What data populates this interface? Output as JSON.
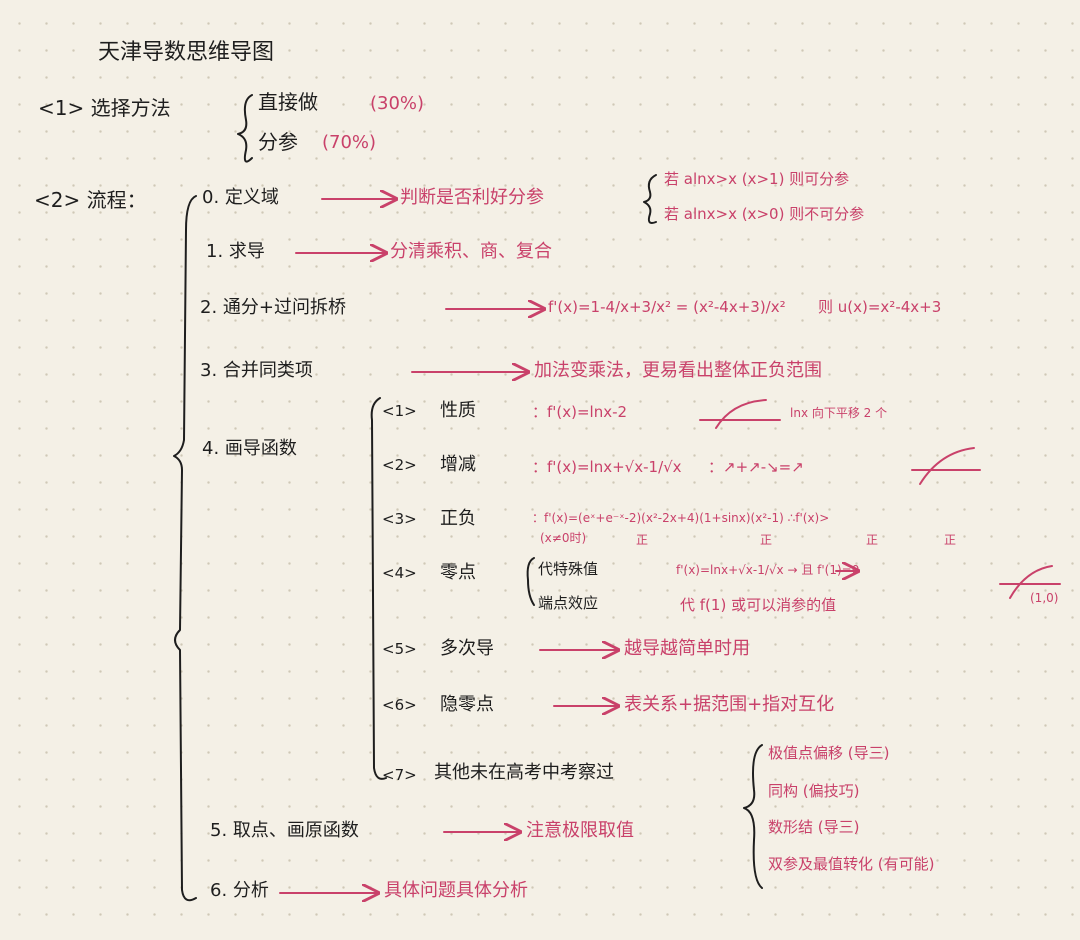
{
  "title": "天津导数思维导图",
  "section1": {
    "label": "<1> 选择方法",
    "options": [
      "直接做",
      "分参"
    ],
    "percents": [
      "(30%)",
      "(70%)"
    ]
  },
  "section2": {
    "label": "<2> 流程：",
    "steps": [
      {
        "label": "0. 定义域",
        "note": "判断是否利好分参"
      },
      {
        "label": "1. 求导",
        "note": "分清乘积、商、复合"
      },
      {
        "label": "2. 通分+过问拆桥",
        "note": "f'(x)=1-4/x+3/x² = (x²-4x+3)/x²",
        "extra": "则 u(x)=x²-4x+3"
      },
      {
        "label": "3. 合并同类项",
        "note": "加法变乘法，更易看出整体正负范围"
      },
      {
        "label": "4. 画导函数"
      },
      {
        "label": "5. 取点、画原函数",
        "note": "注意极限取值"
      },
      {
        "label": "6. 分析",
        "note": "具体问题具体分析"
      }
    ],
    "step0_cases": [
      "若 alnx>x (x>1) 则可分参",
      "若 alnx>x (x>0) 则不可分参"
    ]
  },
  "draw": {
    "items": [
      {
        "num": "<1>",
        "label": "性质",
        "note": "：f'(x)=lnx-2",
        "note2": "lnx 向下平移 2 个"
      },
      {
        "num": "<2>",
        "label": "增减",
        "note": "：f'(x)=lnx+√x-1/√x",
        "note2": "：↗+↗-↘=↗"
      },
      {
        "num": "<3>",
        "label": "正负",
        "note": "：f'(x)=(eˣ+e⁻ˣ-2)(x²-2x+4)(1+sinx)(x²-1) ∴f'(x)>",
        "sub": "(x≠0时)",
        "marks": [
          "正",
          "正",
          "正",
          "正"
        ]
      },
      {
        "num": "<4>",
        "label": "零点",
        "sub": [
          "代特殊值",
          "端点效应"
        ],
        "note": "f'(x)=lnx+√x-1/√x → 且 f'(1)=0",
        "note2": "代 f(1) 或可以消参的值",
        "pt": "(1,0)"
      },
      {
        "num": "<5>",
        "label": "多次导",
        "note": "越导越简单时用"
      },
      {
        "num": "<6>",
        "label": "隐零点",
        "note": "表关系+据范围+指对互化"
      },
      {
        "num": "<7>",
        "label": "其他未在高考中考察过",
        "list": [
          "极值点偏移 (导三)",
          "同构 (偏技巧)",
          "数形结 (导三)",
          "双参及最值转化 (有可能)"
        ]
      }
    ]
  },
  "colors": {
    "ink": "#1e1e1e",
    "accent": "#c9416a",
    "paper": "#f4f0e6"
  }
}
